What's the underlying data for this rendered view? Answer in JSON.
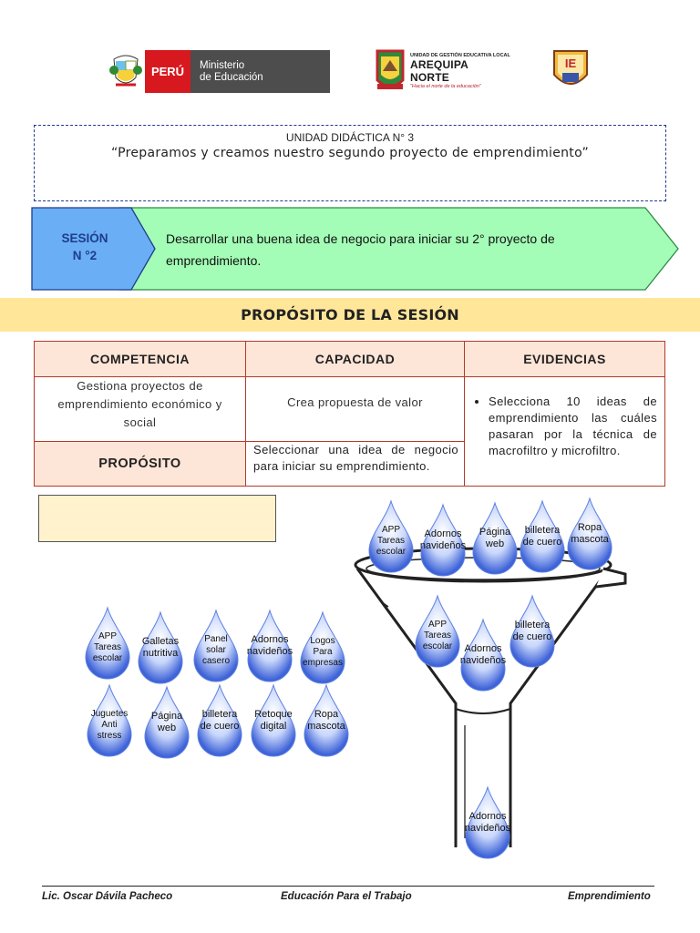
{
  "header": {
    "peru_label": "PERÚ",
    "ministry_line1": "Ministerio",
    "ministry_line2": "de Educación",
    "ugel_line1": "UNIDAD DE GESTIÓN EDUCATIVA LOCAL",
    "ugel_line2": "AREQUIPA NORTE",
    "ugel_line3": "\"Hacia el norte de la educación\"",
    "ie_label": "IE"
  },
  "unit": {
    "title": "UNIDAD DIDÁCTICA N° 3",
    "subtitle": "“Preparamos y creamos nuestro segundo proyecto de emprendimiento”"
  },
  "session": {
    "label_line1": "SESIÓN",
    "label_line2": "N °2",
    "description": "Desarrollar una buena idea de negocio para iniciar su 2° proyecto de emprendimiento."
  },
  "banner": {
    "title": "PROPÓSITO DE LA SESIÓN"
  },
  "table": {
    "headers": [
      "COMPETENCIA",
      "CAPACIDAD",
      "EVIDENCIAS"
    ],
    "competencia": "Gestiona proyectos de emprendimiento económico y social",
    "capacidad": "Crea propuesta de valor",
    "evidencia": "Selecciona 10 ideas de emprendimiento las cuáles pasaran por la técnica de macrofiltro y microfiltro.",
    "proposito_label": "PROPÓSITO",
    "proposito_text": "Seleccionar una idea de negocio para iniciar su emprendimiento."
  },
  "left_drops": [
    [
      "APP",
      "Tareas",
      "escolar"
    ],
    [
      "Galletas",
      "nutritiva"
    ],
    [
      "Panel",
      "solar",
      "casero"
    ],
    [
      "Adornos",
      "navideños"
    ],
    [
      "Logos",
      "Para",
      "empresas"
    ],
    [
      "Juguetes",
      "Anti",
      "stress"
    ],
    [
      "Página",
      "web"
    ],
    [
      "billetera",
      "de cuero"
    ],
    [
      "Retoque",
      "digital"
    ],
    [
      "Ropa",
      "mascota"
    ]
  ],
  "funnel_top_drops": [
    [
      "APP",
      "Tareas",
      "escolar"
    ],
    [
      "Adornos",
      "navideños"
    ],
    [
      "Página",
      "web"
    ],
    [
      "billetera",
      "de cuero"
    ],
    [
      "Ropa",
      "mascota"
    ]
  ],
  "funnel_mid_drops": [
    [
      "APP",
      "Tareas",
      "escolar"
    ],
    [
      "Adornos",
      "navideños"
    ],
    [
      "billetera",
      "de cuero"
    ]
  ],
  "funnel_bottom_drop": [
    "Adornos",
    "navideños"
  ],
  "footer": {
    "author": "Lic. Oscar Dávila Pacheco",
    "course": "Educación Para el Trabajo",
    "topic": "Emprendimiento"
  },
  "colors": {
    "band_green": "#a3fdb6",
    "band_blue": "#6aaef6",
    "banner_yellow": "#ffe699",
    "header_peach": "#fde5d7",
    "drop_blue": "#3e63d8"
  }
}
